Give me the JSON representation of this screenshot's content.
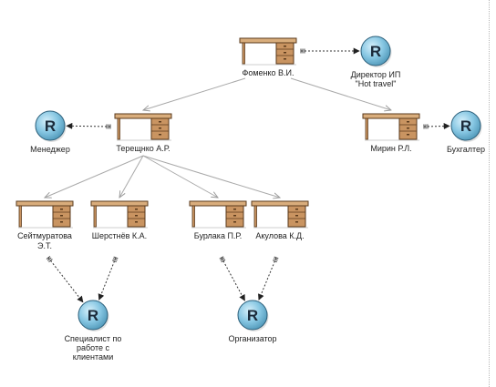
{
  "diagram": {
    "persons": [
      {
        "id": "fomenko",
        "lines": [
          "Фоменко В.И."
        ]
      },
      {
        "id": "tereshchenko",
        "lines": [
          "Терещнко А.Р."
        ]
      },
      {
        "id": "mirin",
        "lines": [
          "Мирин Р.Л."
        ]
      },
      {
        "id": "seitmuratova",
        "lines": [
          "Сейтмуратова",
          "Э.Т."
        ]
      },
      {
        "id": "sherstnev",
        "lines": [
          "Шерстнёв К.А."
        ]
      },
      {
        "id": "burlaka",
        "lines": [
          "Бурлака П.Р."
        ]
      },
      {
        "id": "akulova",
        "lines": [
          "Акулова К.Д."
        ]
      }
    ],
    "roles": [
      {
        "id": "director",
        "letter": "R",
        "lines": [
          "Директор ИП",
          "\"Hot travel\""
        ]
      },
      {
        "id": "manager",
        "letter": "R",
        "lines": [
          "Менеджер"
        ]
      },
      {
        "id": "accountant",
        "letter": "R",
        "lines": [
          "Бухгалтер"
        ]
      },
      {
        "id": "specialist",
        "letter": "R",
        "lines": [
          "Специалист по",
          "работе с",
          "клиентами"
        ]
      },
      {
        "id": "organizer",
        "letter": "R",
        "lines": [
          "Организатор"
        ]
      }
    ],
    "subordination": [
      [
        "fomenko",
        "tereshchenko"
      ],
      [
        "fomenko",
        "mirin"
      ],
      [
        "tereshchenko",
        "seitmuratova"
      ],
      [
        "tereshchenko",
        "sherstnev"
      ],
      [
        "tereshchenko",
        "burlaka"
      ],
      [
        "tereshchenko",
        "akulova"
      ]
    ],
    "role_assignments": [
      [
        "fomenko",
        "director"
      ],
      [
        "tereshchenko",
        "manager"
      ],
      [
        "mirin",
        "accountant"
      ],
      [
        "seitmuratova",
        "specialist"
      ],
      [
        "sherstnev",
        "specialist"
      ],
      [
        "burlaka",
        "organizer"
      ],
      [
        "akulova",
        "organizer"
      ]
    ],
    "colors": {
      "desk_top": "#d9ad7c",
      "desk_body": "#c99461",
      "desk_stroke": "#5a3a1c",
      "role_fill": "#7fc3df",
      "role_stroke": "#2c5f7a",
      "hierarchy_line": "#a9a9a9",
      "role_link": "#333333"
    }
  }
}
